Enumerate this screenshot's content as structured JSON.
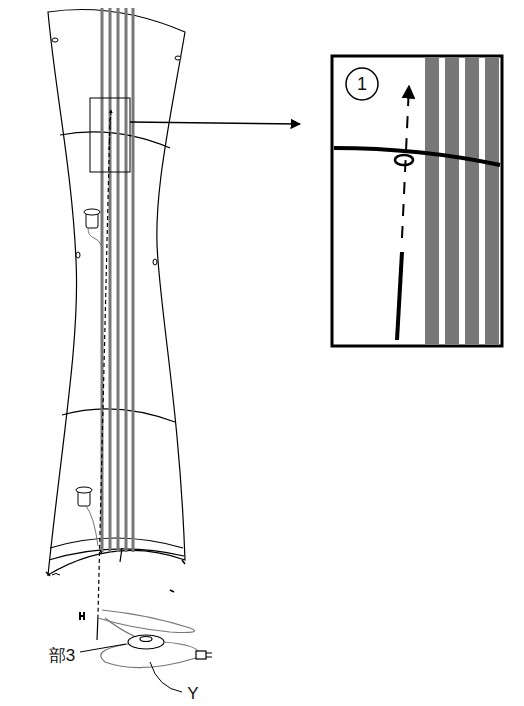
{
  "diagram": {
    "labels": [
      "1",
      "部3",
      "Y"
    ]
  }
}
